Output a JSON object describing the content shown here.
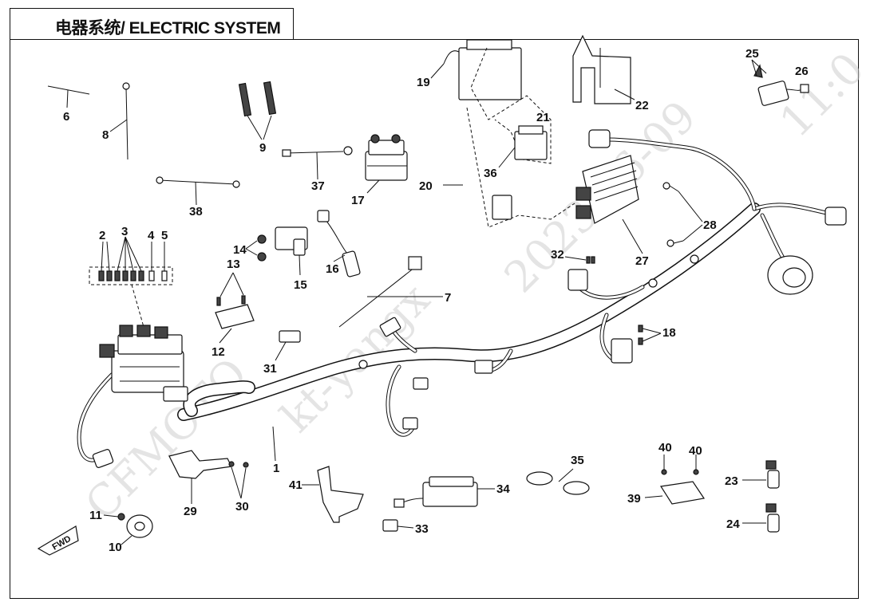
{
  "header": {
    "title": "电器系统/ ELECTRIC SYSTEM"
  },
  "watermark": {
    "brand": "CFMOTO",
    "user": "kt-yangx",
    "date": "2023-06-09",
    "time": "11:0"
  },
  "part_labels": {
    "p1": "1",
    "p2": "2",
    "p3": "3",
    "p4": "4",
    "p5": "5",
    "p6": "6",
    "p7": "7",
    "p8": "8",
    "p9": "9",
    "p10": "10",
    "p11": "11",
    "p12": "12",
    "p13": "13",
    "p14": "14",
    "p15": "15",
    "p16": "16",
    "p17": "17",
    "p18": "18",
    "p19": "19",
    "p20": "20",
    "p21": "21",
    "p22": "22",
    "p23": "23",
    "p24": "24",
    "p25": "25",
    "p26": "26",
    "p27": "27",
    "p28": "28",
    "p29": "29",
    "p30": "30",
    "p31": "31",
    "p32": "32",
    "p33": "33",
    "p34": "34",
    "p35": "35",
    "p36": "36",
    "p37": "37",
    "p38": "38",
    "p39": "39",
    "p40a": "40",
    "p40b": "40",
    "p41": "41"
  },
  "fwd_arrow_text": "FWD",
  "colors": {
    "line": "#111111",
    "watermark": "#cfcfcf",
    "background": "#ffffff"
  }
}
